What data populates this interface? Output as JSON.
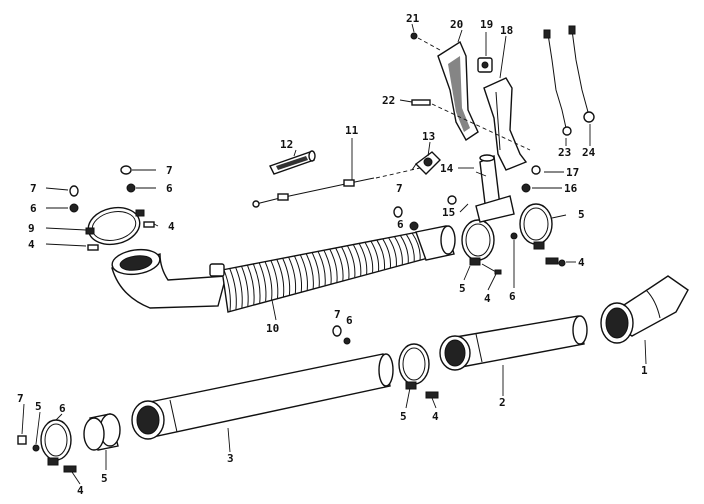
{
  "diagram": {
    "corner_text": "",
    "callouts": [
      {
        "id": "c1",
        "text": "1"
      },
      {
        "id": "c2",
        "text": "2"
      },
      {
        "id": "c3",
        "text": "3"
      },
      {
        "id": "c4a",
        "text": "4"
      },
      {
        "id": "c4b",
        "text": "4"
      },
      {
        "id": "c4c",
        "text": "4"
      },
      {
        "id": "c4d",
        "text": "4"
      },
      {
        "id": "c4e",
        "text": "4"
      },
      {
        "id": "c4f",
        "text": "4"
      },
      {
        "id": "c5a",
        "text": "5"
      },
      {
        "id": "c5b",
        "text": "5"
      },
      {
        "id": "c5c",
        "text": "5"
      },
      {
        "id": "c5d",
        "text": "5"
      },
      {
        "id": "c5e",
        "text": "5"
      },
      {
        "id": "c6a",
        "text": "6"
      },
      {
        "id": "c6b",
        "text": "6"
      },
      {
        "id": "c6c",
        "text": "6"
      },
      {
        "id": "c6d",
        "text": "6"
      },
      {
        "id": "c6e",
        "text": "6"
      },
      {
        "id": "c6f",
        "text": "6"
      },
      {
        "id": "c7a",
        "text": "7"
      },
      {
        "id": "c7b",
        "text": "7"
      },
      {
        "id": "c7c",
        "text": "7"
      },
      {
        "id": "c7d",
        "text": "7"
      },
      {
        "id": "c7e",
        "text": "7"
      },
      {
        "id": "c9",
        "text": "9"
      },
      {
        "id": "c10",
        "text": "10"
      },
      {
        "id": "c11",
        "text": "11"
      },
      {
        "id": "c12",
        "text": "12"
      },
      {
        "id": "c13",
        "text": "13"
      },
      {
        "id": "c14",
        "text": "14"
      },
      {
        "id": "c15",
        "text": "15"
      },
      {
        "id": "c16",
        "text": "16"
      },
      {
        "id": "c17",
        "text": "17"
      },
      {
        "id": "c18",
        "text": "18"
      },
      {
        "id": "c19",
        "text": "19"
      },
      {
        "id": "c20",
        "text": "20"
      },
      {
        "id": "c21",
        "text": "21"
      },
      {
        "id": "c22",
        "text": "22"
      },
      {
        "id": "c23",
        "text": "23"
      },
      {
        "id": "c24",
        "text": "24"
      }
    ]
  }
}
